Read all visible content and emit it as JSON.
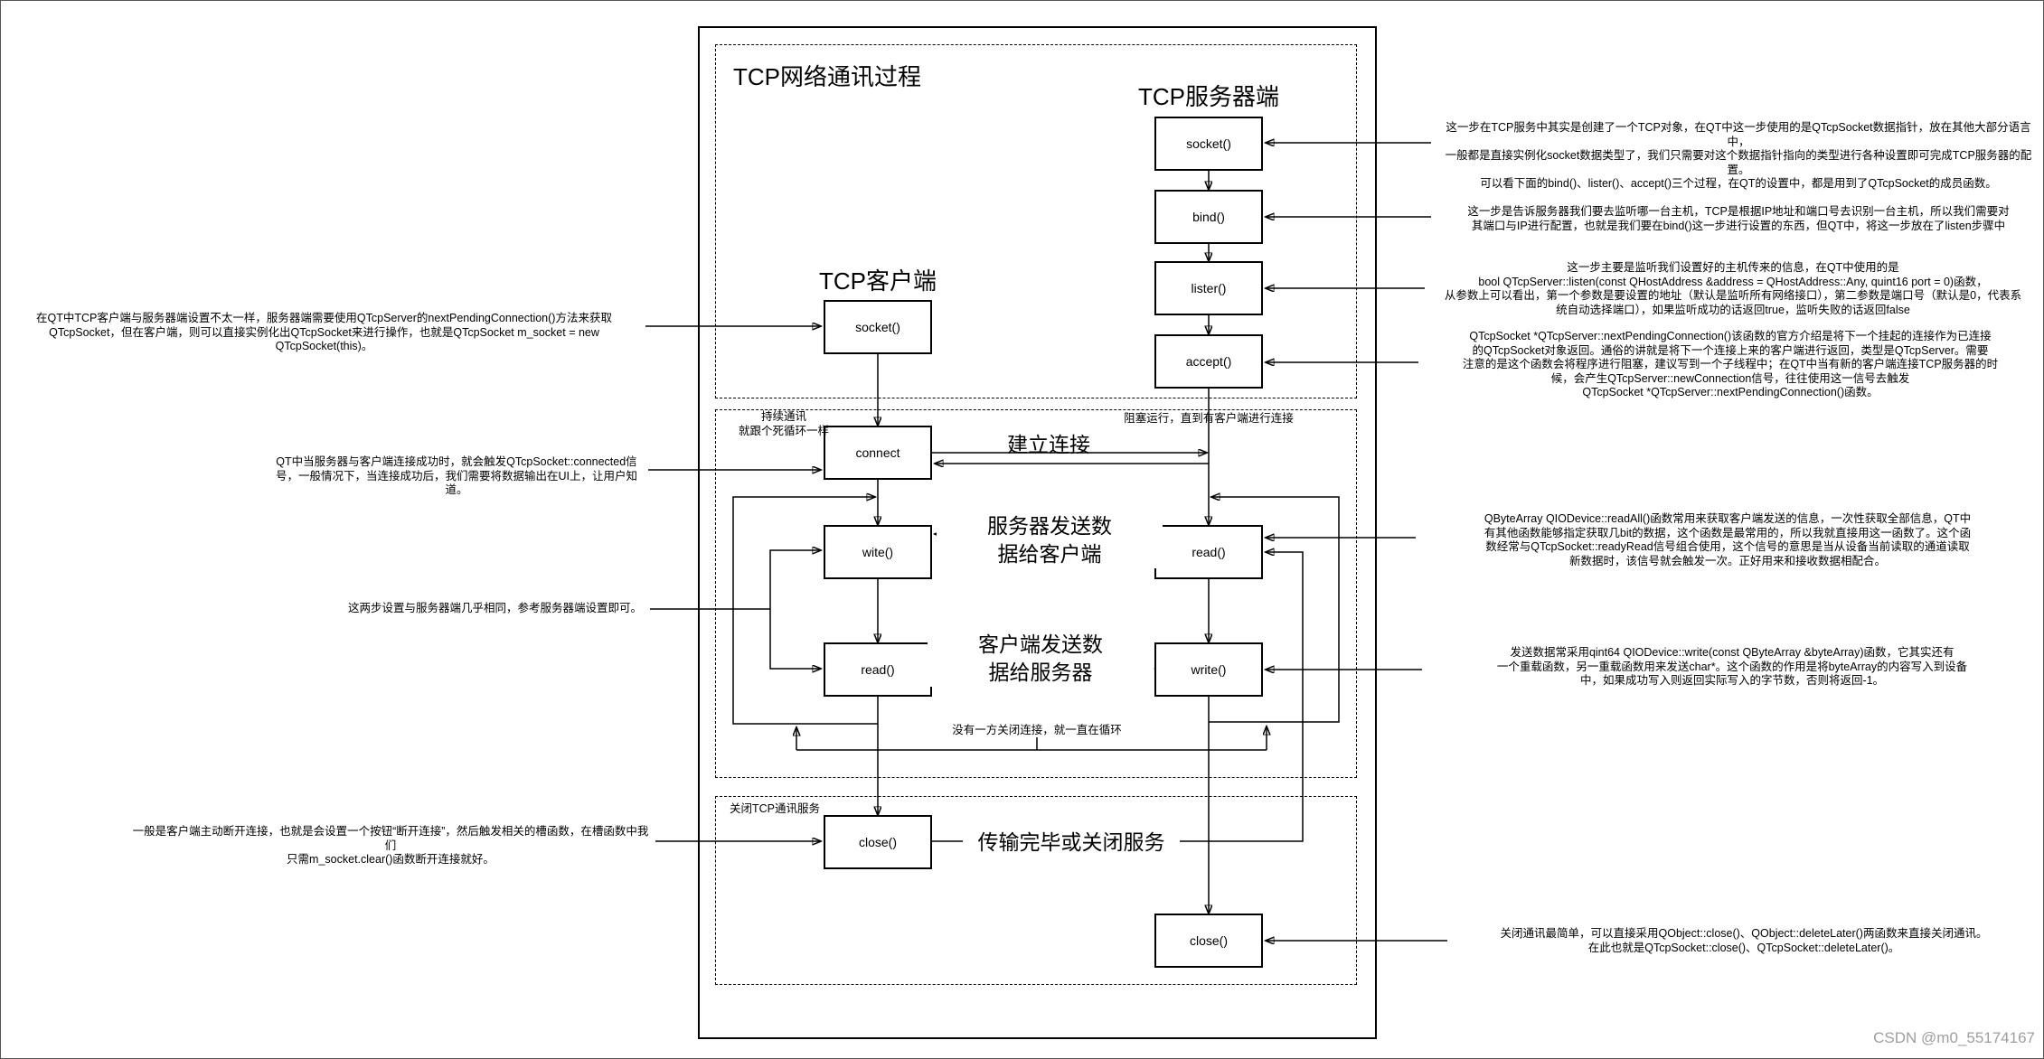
{
  "diagram": {
    "title": "TCP网络通讯过程",
    "client_heading": "TCP客户端",
    "server_heading": "TCP服务器端",
    "client_boxes": {
      "socket": "socket()",
      "connect": "connect",
      "write": "wite()",
      "read": "read()",
      "close": "close()"
    },
    "server_boxes": {
      "socket": "socket()",
      "bind": "bind()",
      "listen": "lister()",
      "accept": "accept()",
      "read": "read()",
      "write": "write()",
      "close": "close()"
    },
    "labels": {
      "establish_connection": "建立连接",
      "server_sends": "服务器发送数\n据给客户端",
      "client_sends": "客户端发送数\n据给服务器",
      "transfer_done": "传输完毕或关闭服务",
      "keep_alive": "持续通讯\n就跟个死循环一样",
      "blocking": "阻塞运行，直到有客户端进行连接",
      "loop_note": "没有一方关闭连接，就一直在循环",
      "close_section": "关闭TCP通讯服务"
    },
    "annotations_left": [
      "在QT中TCP客户端与服务器端设置不太一样，服务器端需要使用QTcpServer的nextPendingConnection()方法来获取\nQTcpSocket，但在客户端，则可以直接实例化出QTcpSocket来进行操作，也就是QTcpSocket m_socket = new QTcpSocket(this)。",
      "QT中当服务器与客户端连接成功时，就会触发QTcpSocket::connected信\n号，一般情况下，当连接成功后，我们需要将数据输出在UI上，让用户知道。",
      "这两步设置与服务器端几乎相同，参考服务器端设置即可。",
      "一般是客户端主动断开连接，也就是会设置一个按钮“断开连接”，然后触发相关的槽函数，在槽函数中我们\n只需m_socket.clear()函数断开连接就好。"
    ],
    "annotations_right": [
      "这一步在TCP服务中其实是创建了一个TCP对象，在QT中这一步使用的是QTcpSocket数据指针，放在其他大部分语言中，\n一般都是直接实例化socket数据类型了，我们只需要对这个数据指针指向的类型进行各种设置即可完成TCP服务器的配置。\n可以看下面的bind()、lister()、accept()三个过程，在QT的设置中，都是用到了QTcpSocket的成员函数。",
      "这一步是告诉服务器我们要去监听哪一台主机，TCP是根据IP地址和端口号去识别一台主机，所以我们需要对\n其端口与IP进行配置，也就是我们要在bind()这一步进行设置的东西，但QT中，将这一步放在了listen步骤中",
      "这一步主要是监听我们设置好的主机传来的信息，在QT中使用的是\nbool QTcpServer::listen(const QHostAddress &address = QHostAddress::Any, quint16 port = 0)函数，\n从参数上可以看出，第一个参数是要设置的地址（默认是监听所有网络接口），第二参数是端口号（默认是0，代表系\n统自动选择端口），如果监听成功的话返回true，监听失败的话返回false",
      "QTcpSocket *QTcpServer::nextPendingConnection()该函数的官方介绍是将下一个挂起的连接作为已连接\n的QTcpSocket对象返回。通俗的讲就是将下一个连接上来的客户端进行返回，类型是QTcpServer。需要\n注意的是这个函数会将程序进行阻塞，建议写到一个子线程中；在QT中当有新的客户端连接TCP服务器的时\n候，会产生QTcpServer::newConnection信号，往往使用这一信号去触发\nQTcpSocket *QTcpServer::nextPendingConnection()函数。",
      "QByteArray QIODevice::readAll()函数常用来获取客户端发送的信息，一次性获取全部信息，QT中\n有其他函数能够指定获取几bit的数据，这个函数是最常用的，所以我就直接用这一函数了。这个函\n数经常与QTcpSocket::readyRead信号组合使用，这个信号的意思是当从设备当前读取的通道读取\n新数据时，该信号就会触发一次。正好用来和接收数据相配合。",
      "发送数据常采用qint64 QIODevice::write(const QByteArray &byteArray)函数，它其实还有\n一个重载函数，另一重载函数用来发送char*。这个函数的作用是将byteArray的内容写入到设备\n中，如果成功写入则返回实际写入的字节数，否则将返回-1。",
      "关闭通讯最简单，可以直接采用QObject::close()、QObject::deleteLater()两函数来直接关闭通讯。\n在此也就是QTcpSocket::close()、QTcpSocket::deleteLater()。"
    ],
    "watermark": "CSDN @m0_55174167"
  }
}
